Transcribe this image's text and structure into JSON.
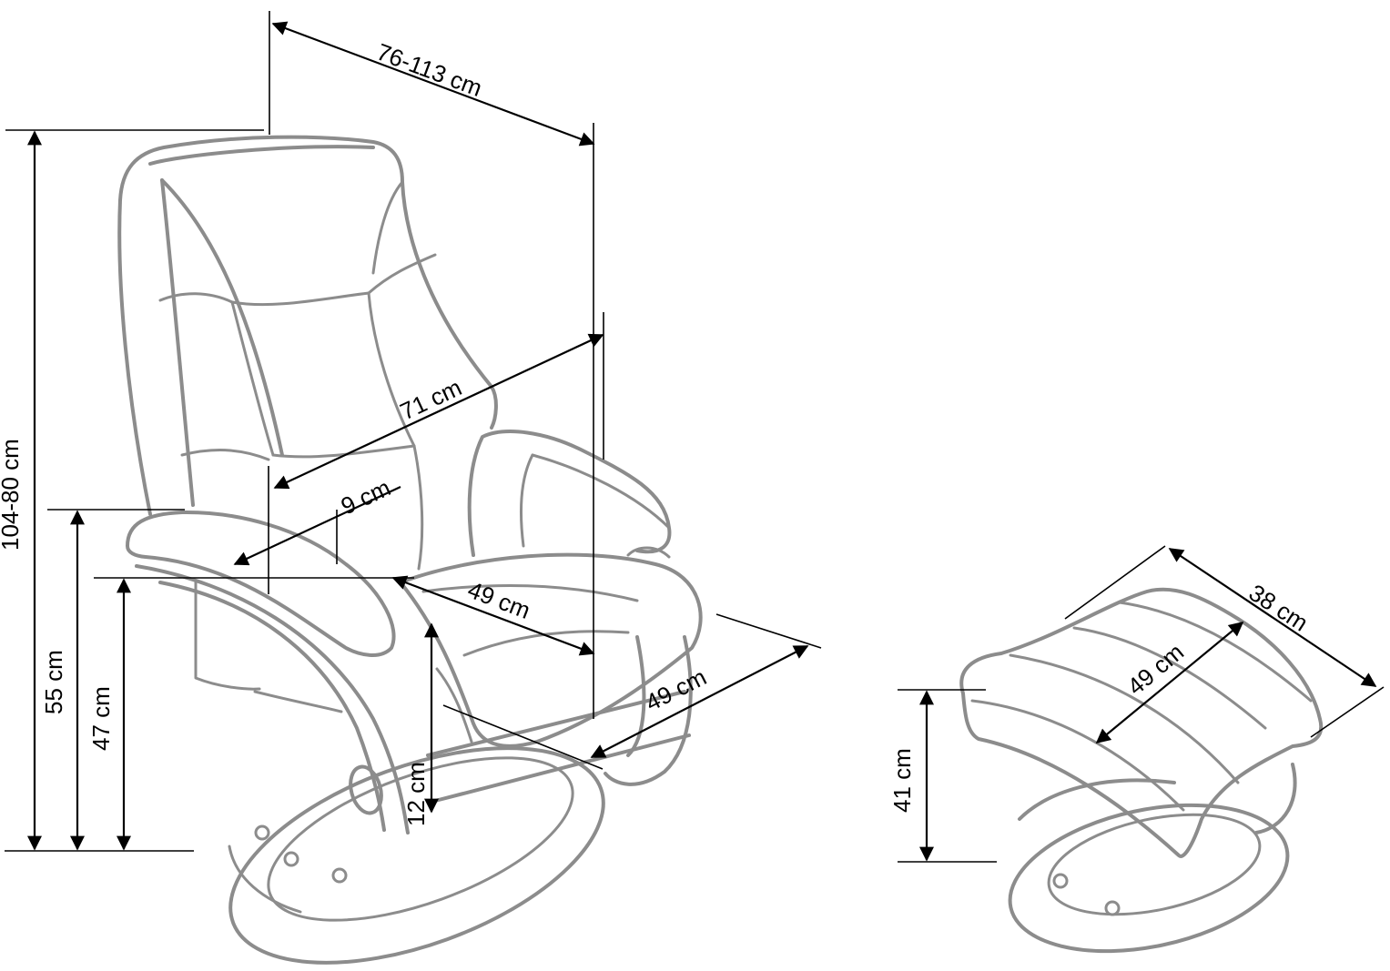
{
  "dimensions": {
    "overall_depth": "76-113 cm",
    "overall_height": "104-80 cm",
    "seat_width": "71 cm",
    "armrest_thickness": "9 cm",
    "armrest_height": "55 cm",
    "seat_height": "47 cm",
    "seat_depth": "49 cm",
    "base_width": "49 cm",
    "swivel_clearance": "12 cm",
    "ottoman_depth": "38 cm",
    "ottoman_width": "49 cm",
    "ottoman_height": "41 cm"
  },
  "colors": {
    "outline": "#8c8c8c",
    "dimension_lines": "#000000",
    "background": "#ffffff"
  }
}
